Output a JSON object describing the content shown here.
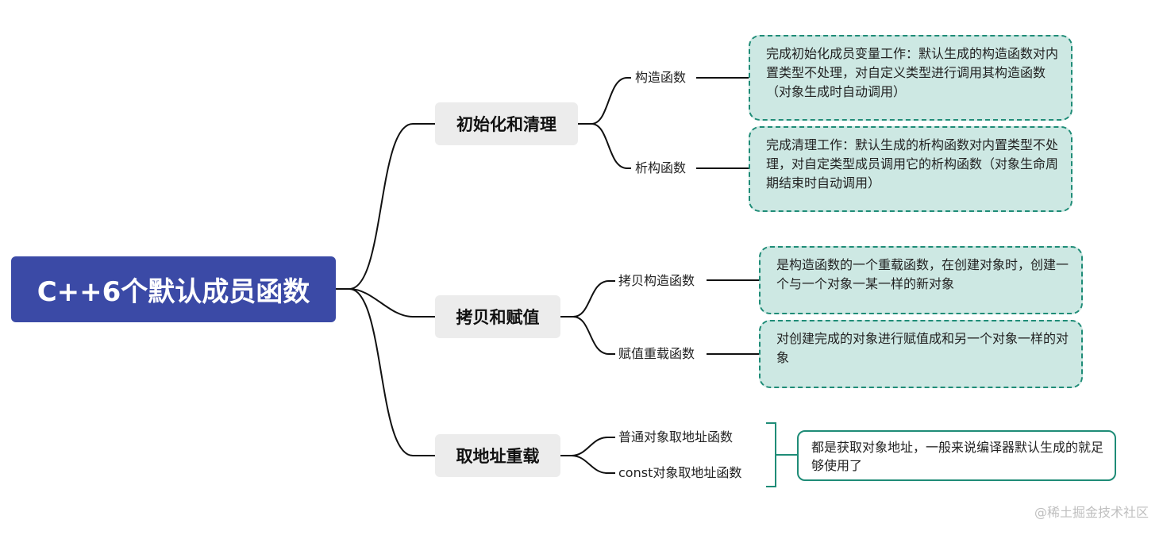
{
  "root": {
    "label": "C++6个默认成员函数"
  },
  "branches": [
    {
      "label": "初始化和清理",
      "children": [
        {
          "label": "构造函数",
          "note": "完成初始化成员变量工作：默认生成的构造函数对内置类型不处理，对自定义类型进行调用其构造函数（对象生成时自动调用）"
        },
        {
          "label": "析构函数",
          "note": "完成清理工作：默认生成的析构函数对内置类型不处理，对自定类型成员调用它的析构函数（对象生命周期结束时自动调用）"
        }
      ]
    },
    {
      "label": "拷贝和赋值",
      "children": [
        {
          "label": "拷贝构造函数",
          "note": "是构造函数的一个重载函数，在创建对象时，创建一个与一个对象一某一样的新对象"
        },
        {
          "label": "赋值重载函数",
          "note": "对创建完成的对象进行赋值成和另一个对象一样的对象"
        }
      ]
    },
    {
      "label": "取地址重载",
      "children": [
        {
          "label": "普通对象取地址函数"
        },
        {
          "label": "const对象取地址函数"
        }
      ],
      "group_note": "都是获取对象地址，一般来说编译器默认生成的就足够使用了"
    }
  ],
  "watermark": "@稀土掘金技术社区",
  "colors": {
    "root_bg": "#3b4aa6",
    "branch_bg": "#ececec",
    "note_bg": "#cde8e3",
    "note_border": "#1f8c77",
    "line": "#111111"
  }
}
